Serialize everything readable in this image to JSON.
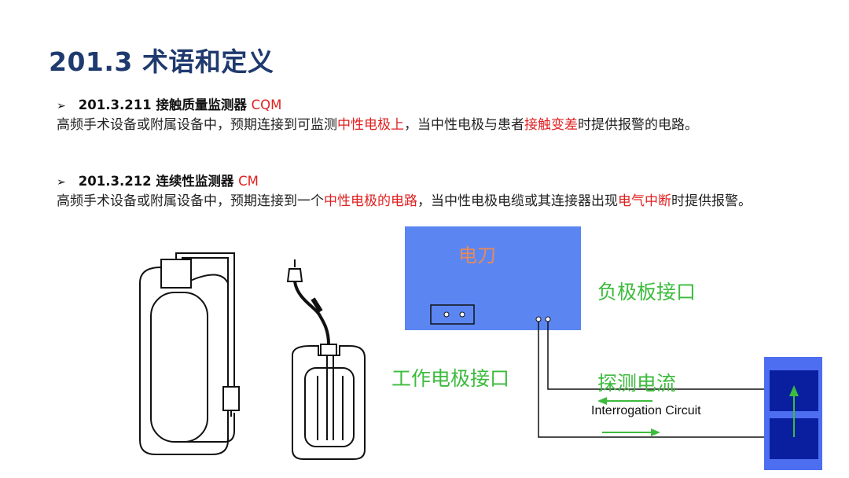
{
  "title": "201.3 术语和定义",
  "sections": [
    {
      "marker": "➢",
      "number": "201.3.211",
      "name": "接触质量监测器",
      "abbr": "CQM",
      "desc_1": "高频手术设备或附属设备中，预期连接到可监测",
      "desc_2_red": "中性电极上",
      "desc_3": "，当中性电极与患者",
      "desc_4_red": "接触变差",
      "desc_5": "时提供报警的电路。"
    },
    {
      "marker": "➢",
      "number": "201.3.212",
      "name": "连续性监测器",
      "abbr": "CM",
      "desc_1": "高频手术设备或附属设备中，预期连接到一个",
      "desc_2_red": "中性电极的电路",
      "desc_3": "，当中性电极电缆或其连接器出现",
      "desc_4_red": "电气中断",
      "desc_5": "时提供报警。"
    }
  ],
  "diagram": {
    "device_label": "电刀",
    "neg_plate_port": "负极板接口",
    "work_port": "工作电极接口",
    "probe_current": "探测电流",
    "circuit_label": "Interrogation Circuit",
    "colors": {
      "title": "#1f3a6e",
      "device_fill": "#5b86f2",
      "device_text": "#e68a5a",
      "green": "#3dbb3d",
      "plate_outer": "#4d6ef0",
      "plate_inner": "#0a1fa0",
      "red": "#e02020"
    }
  }
}
